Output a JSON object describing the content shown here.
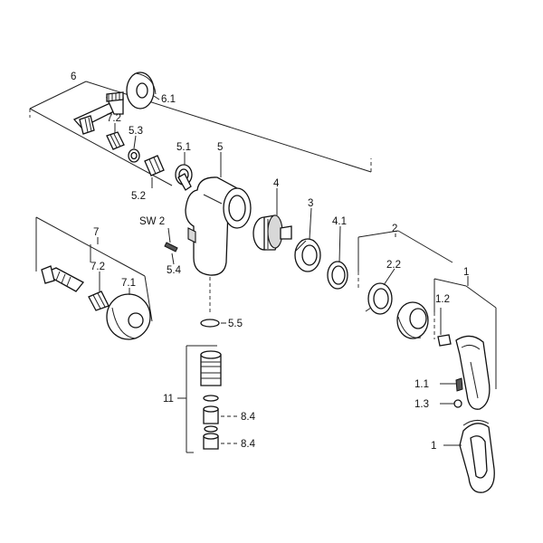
{
  "labels": {
    "p6": "6",
    "p6_1": "6.1",
    "p7_2a": "7.2",
    "p5_3": "5.3",
    "p5_1": "5.1",
    "p5": "5",
    "p5_2": "5.2",
    "p4": "4",
    "p3": "3",
    "p4_1": "4.1",
    "p2": "2",
    "sw2": "SW 2",
    "p7": "7",
    "p7_2b": "7.2",
    "p7_1": "7.1",
    "p5_4": "5.4",
    "p2_2": "2.2",
    "p1_top": "1",
    "p1_2": "1.2",
    "p5_5": "5.5",
    "p11": "11",
    "p8_4a": "8.4",
    "p8_4b": "8.4",
    "p1_1": "1.1",
    "p1_3": "1.3",
    "p1_bottom": "1"
  },
  "icons": {
    "elbow": "elbow-pipe-icon",
    "rosette": "rosette-icon",
    "body": "mixer-body-icon",
    "cartridge": "cartridge-icon",
    "handle": "lever-handle-icon"
  }
}
